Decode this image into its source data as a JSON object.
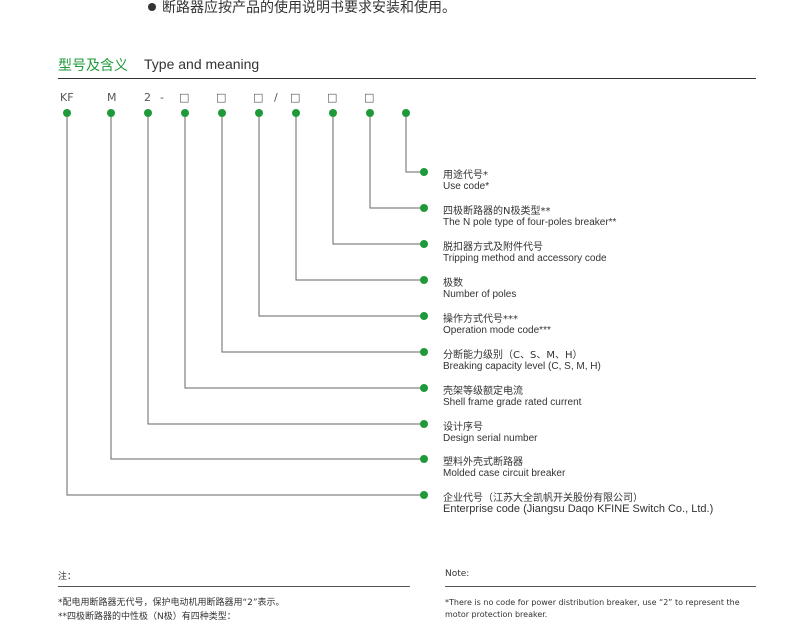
{
  "top_note": "断路器应按产品的使用说明书要求安装和使用。",
  "section_title": {
    "cn": "型号及含义",
    "en": "Type and meaning"
  },
  "model_code": [
    "KF",
    "M",
    "2",
    "-",
    "□",
    "□",
    "□",
    "/",
    "□",
    "□",
    "□"
  ],
  "code_items": [
    {
      "cn": "用途代号*",
      "en": "Use code*"
    },
    {
      "cn": "四极断路器的N极类型**",
      "en": "The N pole type of four-poles breaker**"
    },
    {
      "cn": "脱扣器方式及附件代号",
      "en": "Tripping method and accessory code"
    },
    {
      "cn": "极数",
      "en": "Number of poles"
    },
    {
      "cn": "操作方式代号***",
      "en": "Operation mode code***"
    },
    {
      "cn": "分断能力级别（C、S、M、H）",
      "en": "Breaking capacity level (C, S, M, H)"
    },
    {
      "cn": "壳架等级额定电流",
      "en": "Shell frame grade rated current"
    },
    {
      "cn": "设计序号",
      "en": "Design serial number"
    },
    {
      "cn": "塑料外壳式断路器",
      "en": "Molded case circuit breaker"
    },
    {
      "cn": "企业代号（江苏大全凯帆开关股份有限公司）",
      "en": "Enterprise code (Jiangsu Daqo KFINE Switch Co., Ltd.)"
    }
  ],
  "notes": {
    "cn_heading": "注：",
    "en_heading": "Note:",
    "cn_lines": [
      "*配电用断路器无代号，保护电动机用断路器用“2”表示。",
      " **四极断路器的中性极（N极）有四种类型："
    ],
    "en_lines": [
      "*There is no code for power distribution breaker, use “2” to represent the",
      "motor protection breaker."
    ]
  },
  "colors": {
    "accent_green": "#1f9a3a",
    "text": "#333333",
    "connector_line": "#666666"
  }
}
